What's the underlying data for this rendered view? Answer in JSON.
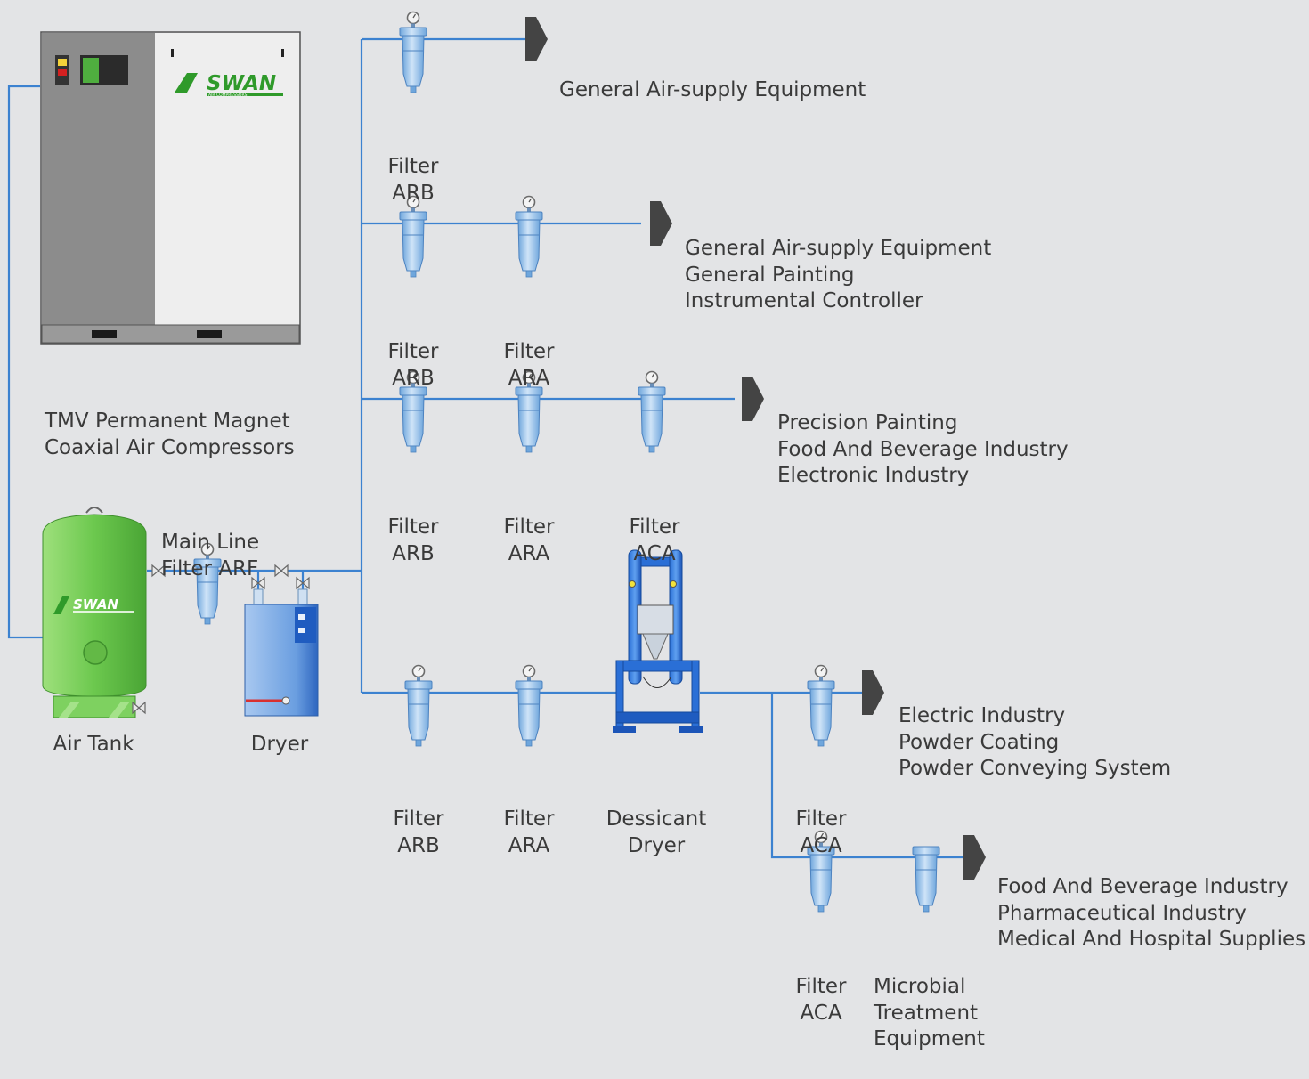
{
  "colors": {
    "background": "#e3e4e6",
    "pipe": "#3c82d0",
    "arrow": "#444444",
    "text": "#3a3a3a",
    "filter_body": "#9cc6ee",
    "tank_green": "#6cc84e",
    "brand_green": "#2f9a2a"
  },
  "compressor": {
    "brand": "SWAN",
    "brand_sub": "AIR COMPRESSORS",
    "label_line1": "TMV Permanent Magnet",
    "label_line2": "Coaxial Air Compressors"
  },
  "air_tank": {
    "brand": "SWAN",
    "label": "Air Tank"
  },
  "main_filter": {
    "label_line1": "Main Line",
    "label_line2": "Filter ARF"
  },
  "dryer": {
    "label": "Dryer"
  },
  "branches": [
    {
      "filters": [
        {
          "line1": "Filter",
          "line2": "ARB"
        }
      ],
      "applications": [
        "General Air-supply Equipment"
      ]
    },
    {
      "filters": [
        {
          "line1": "Filter",
          "line2": "ARB"
        },
        {
          "line1": "Filter",
          "line2": "ARA"
        }
      ],
      "applications": [
        "General Air-supply Equipment",
        "General Painting",
        "Instrumental Controller"
      ]
    },
    {
      "filters": [
        {
          "line1": "Filter",
          "line2": "ARB"
        },
        {
          "line1": "Filter",
          "line2": "ARA"
        },
        {
          "line1": "Filter",
          "line2": "ACA"
        }
      ],
      "applications": [
        "Precision Painting",
        "Food And Beverage Industry",
        "Electronic Industry"
      ]
    },
    {
      "filters": [
        {
          "line1": "Filter",
          "line2": "ARB"
        },
        {
          "line1": "Filter",
          "line2": "ARA"
        }
      ],
      "dessicant_dryer": {
        "line1": "Dessicant",
        "line2": "Dryer"
      },
      "sub_branches": [
        {
          "filters": [
            {
              "line1": "Filter",
              "line2": "ACA"
            }
          ],
          "applications": [
            "Electric Industry",
            "Powder Coating",
            "Powder Conveying System"
          ]
        },
        {
          "filters": [
            {
              "line1": "Filter",
              "line2": "ACA"
            }
          ],
          "microbial": {
            "line1": "Microbial",
            "line2": "Treatment",
            "line3": "Equipment"
          },
          "applications": [
            "Food And Beverage Industry",
            "Pharmaceutical Industry",
            "Medical And Hospital Supplies"
          ]
        }
      ]
    }
  ]
}
